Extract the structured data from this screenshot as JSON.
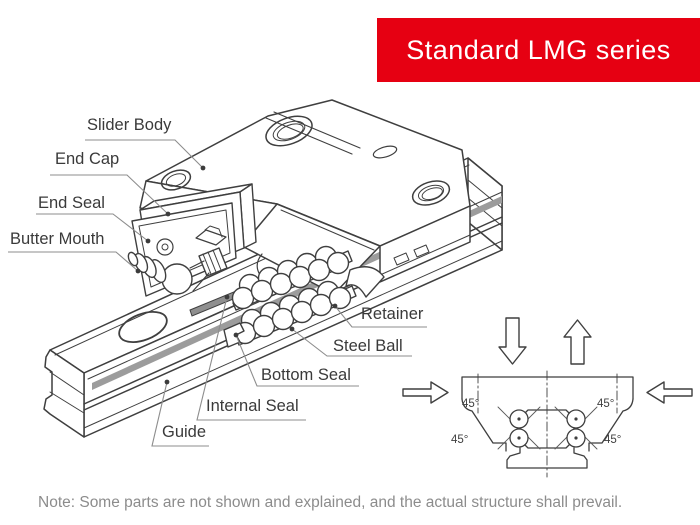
{
  "banner": {
    "text": "Standard LMG series"
  },
  "colors": {
    "banner_bg": "#e60012",
    "banner_fg": "#ffffff",
    "drawing_line": "#3f3f3f",
    "leader_line": "#8d8d8d",
    "label_fg": "#3a3a3a",
    "note_fg": "#8c8c8c",
    "seal_stripe": "#9c9c9c"
  },
  "part_labels": [
    {
      "id": "slider-body",
      "text": "Slider Body"
    },
    {
      "id": "end-cap",
      "text": "End Cap"
    },
    {
      "id": "end-seal",
      "text": "End Seal"
    },
    {
      "id": "butter-mouth",
      "text": "Butter Mouth"
    },
    {
      "id": "retainer",
      "text": "Retainer"
    },
    {
      "id": "steel-ball",
      "text": "Steel Ball"
    },
    {
      "id": "bottom-seal",
      "text": "Bottom Seal"
    },
    {
      "id": "internal-seal",
      "text": "Internal Seal"
    },
    {
      "id": "guide",
      "text": "Guide"
    }
  ],
  "cross_section": {
    "angle_labels": [
      "45°",
      "45°",
      "45°",
      "45°"
    ],
    "arrow_icons": [
      "down-arrow-icon",
      "up-arrow-icon",
      "right-arrow-icon",
      "left-arrow-icon"
    ]
  },
  "note": {
    "text": "Note: Some parts are not shown and explained, and the actual structure shall prevail."
  }
}
